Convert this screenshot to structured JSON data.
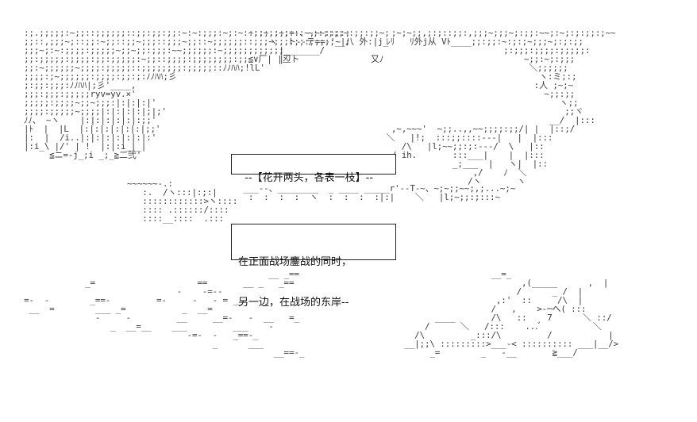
{
  "captions": {
    "top": "--【花开两头，各表一枝】--",
    "bottom_line1": "在正面战场鏖战的同时，",
    "bottom_line2": "另一边，在战场的东岸--"
  },
  "colors": {
    "ink": "#111111",
    "background": "#ffffff"
  }
}
